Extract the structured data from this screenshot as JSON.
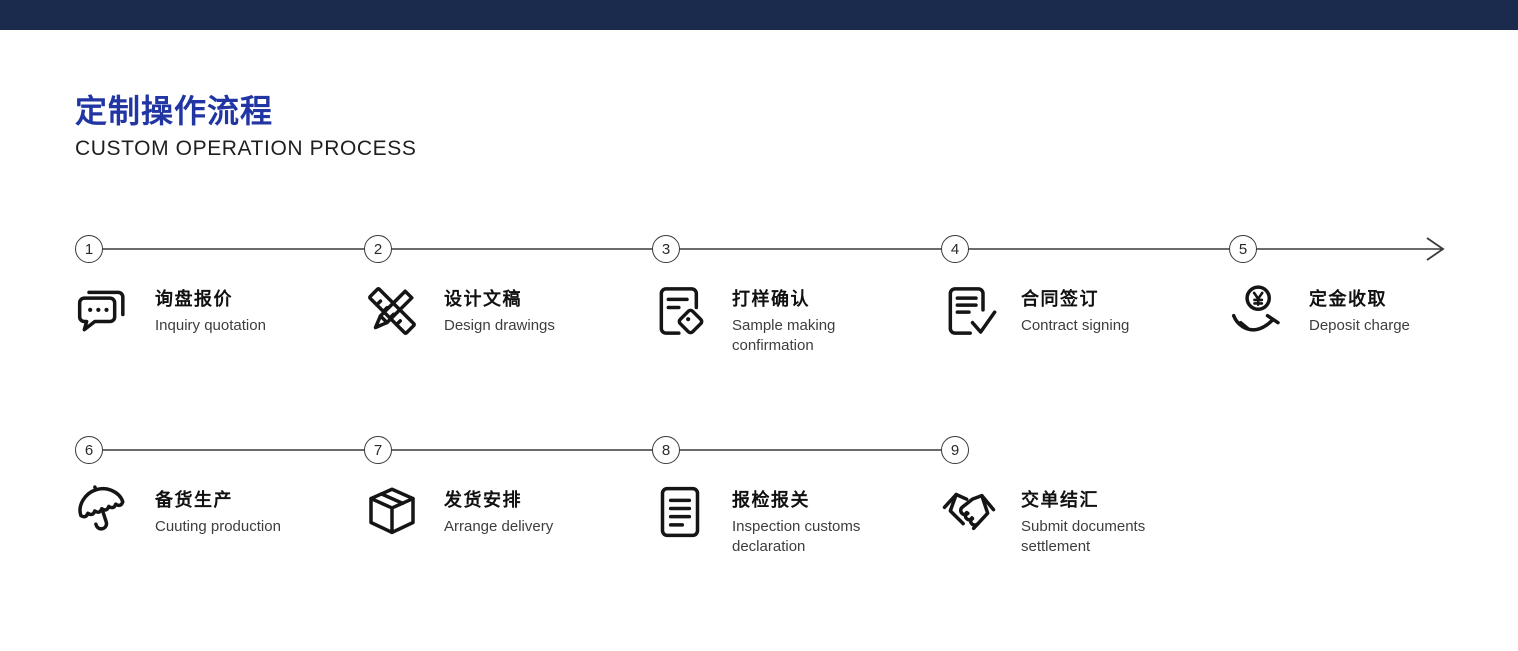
{
  "header": {
    "title_cn": "定制操作流程",
    "title_en": "CUSTOM OPERATION PROCESS"
  },
  "colors": {
    "title_blue": "#2236a3",
    "topbar_navy": "#1b2b4d",
    "icon_black": "#151515",
    "line_gray": "#3a3a3a",
    "text_gray": "#3d3d3d"
  },
  "steps": [
    {
      "num": "1",
      "title_cn": "询盘报价",
      "title_en": "Inquiry quotation",
      "icon": "chat-bubbles-icon"
    },
    {
      "num": "2",
      "title_cn": "设计文稿",
      "title_en": "Design drawings",
      "icon": "ruler-pencil-icon"
    },
    {
      "num": "3",
      "title_cn": "打样确认",
      "title_en": "Sample making confirmation",
      "icon": "document-tag-icon"
    },
    {
      "num": "4",
      "title_cn": "合同签订",
      "title_en": "Contract signing",
      "icon": "document-check-icon"
    },
    {
      "num": "5",
      "title_cn": "定金收取",
      "title_en": "Deposit charge",
      "icon": "hand-coin-icon"
    },
    {
      "num": "6",
      "title_cn": "备货生产",
      "title_en": "Cuuting production",
      "icon": "umbrella-icon"
    },
    {
      "num": "7",
      "title_cn": "发货安排",
      "title_en": "Arrange delivery",
      "icon": "package-icon"
    },
    {
      "num": "8",
      "title_cn": "报检报关",
      "title_en": "Inspection customs declaration",
      "icon": "document-lines-icon"
    },
    {
      "num": "9",
      "title_cn": "交单结汇",
      "title_en": "Submit documents settlement",
      "icon": "handshake-icon"
    }
  ]
}
